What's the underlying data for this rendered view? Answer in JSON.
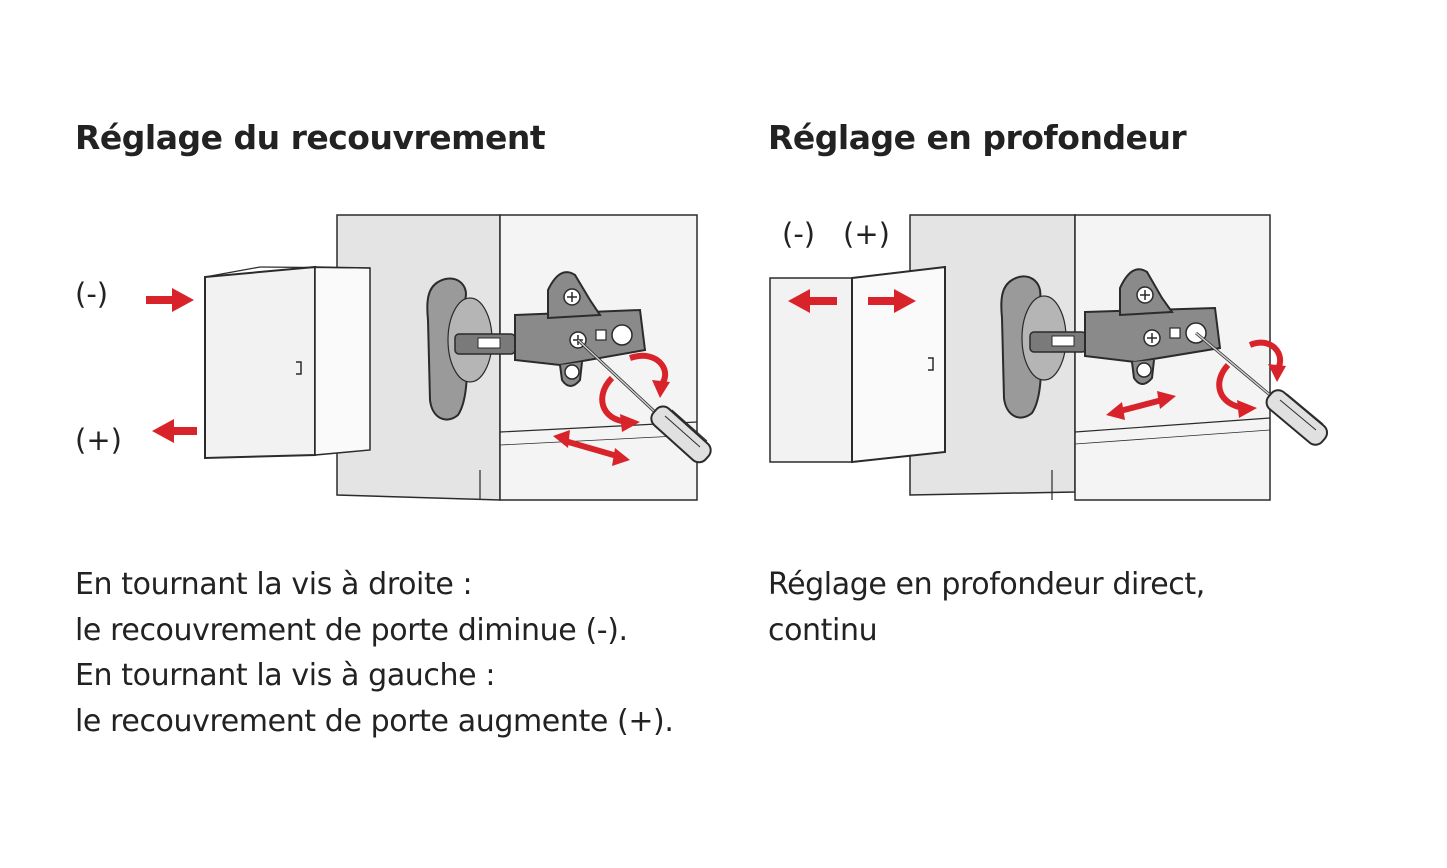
{
  "panels": [
    {
      "heading": "Réglage du recouvrement",
      "labels": {
        "minus": "(-)",
        "plus": "(+)"
      },
      "lines": [
        "En tournant la vis à droite :",
        "le recouvrement de porte diminue (-).",
        "En tournant la vis à gauche :",
        "le recouvrement de porte augmente (+)."
      ]
    },
    {
      "heading": "Réglage en profondeur",
      "labels": {
        "minus": "(-)",
        "plus": "(+)"
      },
      "lines": [
        "Réglage en profondeur direct,",
        "continu"
      ]
    }
  ],
  "colors": {
    "arrow": "#d8232a",
    "line": "#2b2b2b",
    "door": "#f2f2f2",
    "cabinet": "#e4e4e4",
    "hinge": "#8a8a8a"
  },
  "icons": [
    "door-icon",
    "hinge-icon",
    "screwdriver-icon",
    "rotation-arrow-icon",
    "double-arrow-icon"
  ]
}
